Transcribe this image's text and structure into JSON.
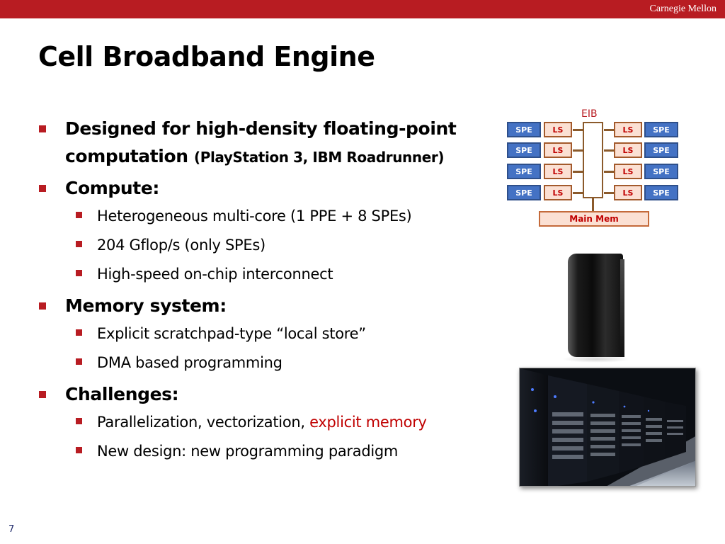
{
  "header": {
    "brand": "Carnegie Mellon"
  },
  "title": "Cell Broadband Engine",
  "bullets": {
    "designed": {
      "main": "Designed for high-density floating-point computation ",
      "paren": "(PlayStation 3, IBM Roadrunner)"
    },
    "compute": {
      "label": "Compute:",
      "items": [
        "Heterogeneous multi-core (1 PPE + 8 SPEs)",
        "204 Gflop/s (only SPEs)",
        "High-speed on-chip interconnect"
      ]
    },
    "memory": {
      "label": "Memory system:",
      "items": [
        "Explicit scratchpad-type “local store”",
        "DMA based programming"
      ]
    },
    "challenges": {
      "label": "Challenges:",
      "item1_prefix": "Parallelization, vectorization, ",
      "item1_highlight": "explicit memory",
      "item2": "New design: new programming paradigm"
    }
  },
  "diagram": {
    "bus_label": "EIB",
    "spe_label": "SPE",
    "ls_label": "LS",
    "main_mem": "Main Mem"
  },
  "page_number": "7",
  "colors": {
    "brand_red": "#b81c22",
    "accent_red": "#c00000",
    "spe_blue": "#4472c4",
    "ls_fill": "#fbe0d3"
  }
}
